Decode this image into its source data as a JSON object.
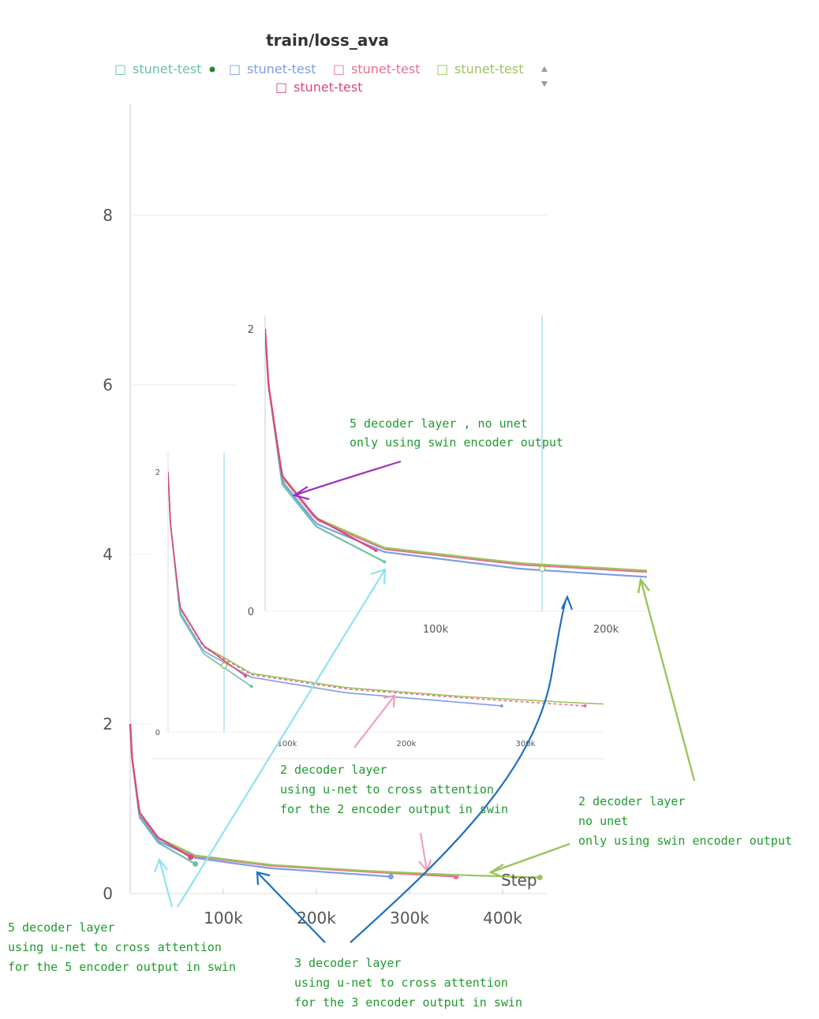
{
  "chart_data": {
    "type": "line",
    "title": "train/loss_ava",
    "xlabel": "Step",
    "ylabel": "",
    "xlim": [
      0,
      450000
    ],
    "ylim": [
      0,
      9
    ],
    "y_ticks": [
      "0",
      "2",
      "4",
      "6",
      "8"
    ],
    "x_ticks": [
      "100k",
      "200k",
      "300k",
      "400k"
    ],
    "grid": true,
    "legend_position": "top",
    "series": [
      {
        "name": "stunet-test",
        "color": "#6cc1a8",
        "x": [
          0,
          2000,
          10000,
          30000,
          70000
        ],
        "y": [
          2.0,
          1.6,
          0.9,
          0.6,
          0.35
        ]
      },
      {
        "name": "stunet-test",
        "color": "#7b9ee6",
        "x": [
          0,
          2000,
          10000,
          30000,
          70000,
          150000,
          280000
        ],
        "y": [
          2.0,
          1.6,
          0.92,
          0.62,
          0.42,
          0.3,
          0.2
        ]
      },
      {
        "name": "stunet-test",
        "color": "#e8708f",
        "x": [
          0,
          2000,
          10000,
          30000,
          70000,
          150000,
          250000,
          350000
        ],
        "y": [
          2.0,
          1.6,
          0.95,
          0.65,
          0.44,
          0.33,
          0.26,
          0.2
        ]
      },
      {
        "name": "stunet-test",
        "color": "#9ac55c",
        "x": [
          0,
          2000,
          10000,
          30000,
          70000,
          150000,
          250000,
          350000,
          440000
        ],
        "y": [
          2.0,
          1.6,
          0.95,
          0.66,
          0.45,
          0.34,
          0.27,
          0.22,
          0.19
        ]
      },
      {
        "name": "stunet-test",
        "color": "#d9487a",
        "x": [
          0,
          2000,
          10000,
          30000,
          65000
        ],
        "y": [
          2.0,
          1.6,
          0.96,
          0.66,
          0.43
        ]
      }
    ],
    "insets": [
      {
        "y_ticks": [
          "0",
          "2"
        ],
        "x_ticks": [
          "100k",
          "200k",
          "300k"
        ]
      },
      {
        "y_ticks": [
          "0",
          "2"
        ],
        "x_ticks": [
          "100k",
          "200k"
        ]
      }
    ],
    "annotations": [
      [
        "5 decoder layer , no unet",
        "only using swin encoder output"
      ],
      [
        "2 decoder layer",
        "using u-net to cross attention",
        "for the 2 encoder output in swin"
      ],
      [
        "2 decoder layer",
        "no unet",
        "only using swin encoder output"
      ],
      [
        "5 decoder layer",
        "using u-net to cross attention",
        "for the 5 encoder output in swin"
      ],
      [
        "3 decoder layer",
        "using u-net to cross attention",
        "for the 3 encoder output in swin"
      ]
    ]
  },
  "legend_checkbox_glyph": "□",
  "colors": {
    "teal": "#6cc1a8",
    "blue": "#7b9ee6",
    "pink": "#e8708f",
    "olive": "#9ac55c",
    "magenta": "#d9487a",
    "note_green": "#1e9a2c",
    "arrow_purple": "#9b30c0",
    "arrow_cyan": "#8ee3f0",
    "arrow_pink": "#f0a0b8",
    "arrow_blue": "#1f6fbf",
    "arrow_olive": "#9ac55c"
  }
}
